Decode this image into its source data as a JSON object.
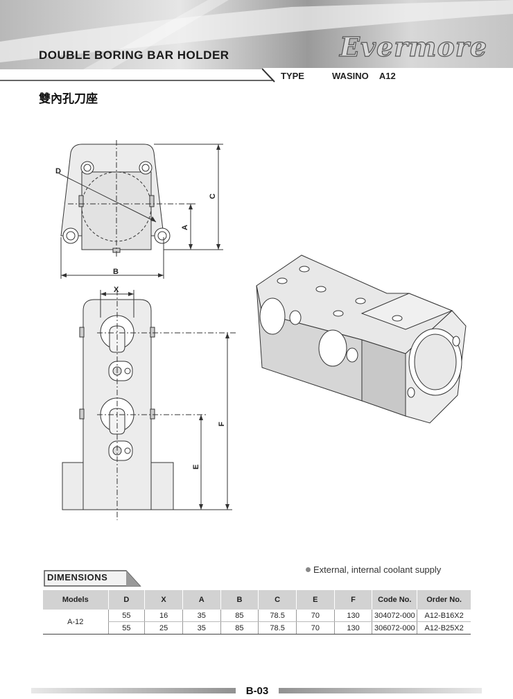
{
  "header": {
    "title": "DOUBLE BORING BAR HOLDER",
    "logo": "Evermore",
    "type_label": "TYPE",
    "type_value": "WASINO A12"
  },
  "cn_title": "雙內孔刀座",
  "drawing_labels": {
    "D": "D",
    "B": "B",
    "A": "A",
    "C": "C",
    "X": "X",
    "E": "E",
    "F": "F"
  },
  "dimensions": {
    "tab": "DIMENSIONS",
    "note": "External, internal coolant supply",
    "columns": [
      "Models",
      "D",
      "X",
      "A",
      "B",
      "C",
      "E",
      "F",
      "Code No.",
      "Order No."
    ],
    "model": "A-12",
    "rows": [
      [
        "55",
        "16",
        "35",
        "85",
        "78.5",
        "70",
        "130",
        "304072-000",
        "A12-B16X2"
      ],
      [
        "55",
        "25",
        "35",
        "85",
        "78.5",
        "70",
        "130",
        "306072-000",
        "A12-B25X2"
      ]
    ]
  },
  "footer": {
    "page": "B-03"
  }
}
